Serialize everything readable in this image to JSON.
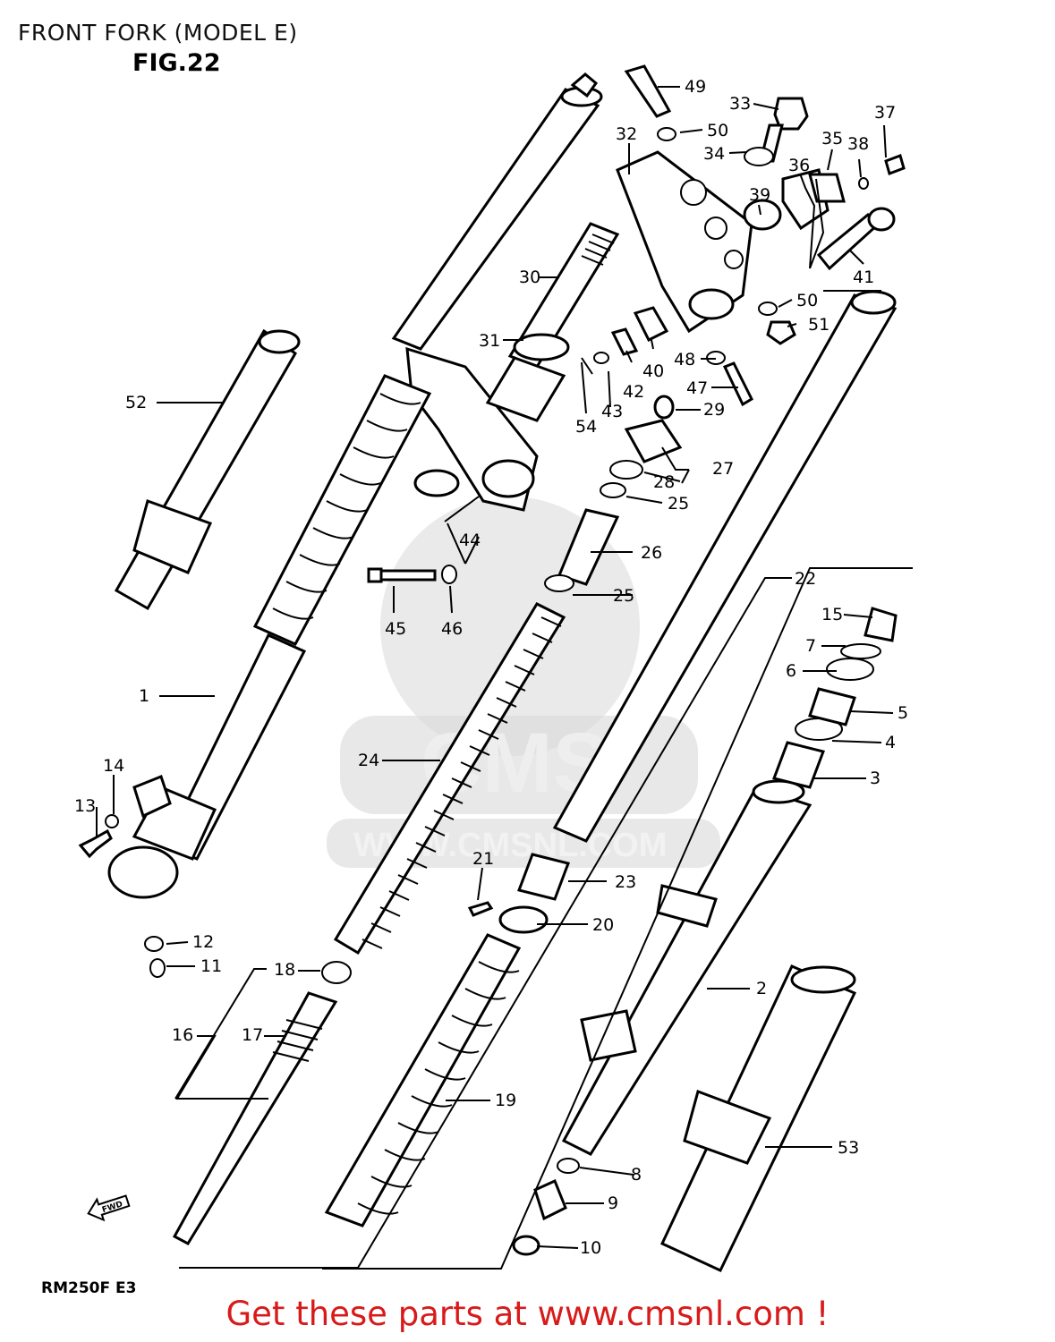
{
  "header": {
    "title": "FRONT FORK (MODEL E)",
    "figure": "FIG.22"
  },
  "model_code": "RM250F E3",
  "fwd_label": "FWD",
  "watermark": {
    "logo": "CMS",
    "url": "WWW.CMSNL.COM"
  },
  "footer": {
    "text": "Get these parts at www.cmsnl.com !",
    "color": "#d81a1a"
  },
  "callouts": [
    "1",
    "2",
    "3",
    "4",
    "5",
    "6",
    "7",
    "8",
    "9",
    "10",
    "11",
    "12",
    "13",
    "14",
    "15",
    "16",
    "17",
    "18",
    "19",
    "20",
    "21",
    "22",
    "23",
    "24",
    "25",
    "25",
    "26",
    "27",
    "28",
    "29",
    "30",
    "31",
    "32",
    "33",
    "34",
    "35",
    "36",
    "37",
    "38",
    "39",
    "40",
    "41",
    "42",
    "43",
    "44",
    "45",
    "46",
    "47",
    "48",
    "49",
    "50",
    "50",
    "51",
    "52",
    "53",
    "54"
  ]
}
